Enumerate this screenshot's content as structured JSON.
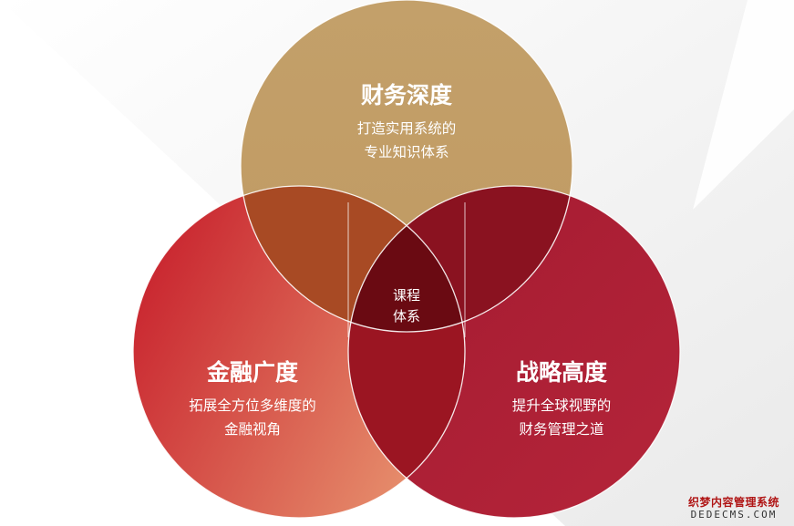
{
  "diagram": {
    "circles": {
      "top": {
        "title": "财务深度",
        "desc_lines": [
          "打造实用系统的",
          "专业知识体系"
        ],
        "color_start": "#c3a06a",
        "color_end": "#c09a62"
      },
      "left": {
        "title": "金融广度",
        "desc_lines": [
          "拓展全方位多维度的",
          "金融视角"
        ],
        "color_start": "#c9252f",
        "color_end": "#e99872"
      },
      "right": {
        "title": "战略高度",
        "desc_lines": [
          "提升全球视野的",
          "财务管理之道"
        ],
        "color_start": "#a31a30",
        "color_end": "#b5253a"
      }
    },
    "overlaps": {
      "top_left_color": "#a84a24",
      "top_right_color": "#8a1220",
      "left_right_color": "#9b1522",
      "center_color": "#6a0a12"
    },
    "center": {
      "lines": [
        "课程",
        "体系"
      ]
    }
  },
  "watermark": {
    "line1": "织梦内容管理系统",
    "line2": "DEDECMS.COM"
  }
}
